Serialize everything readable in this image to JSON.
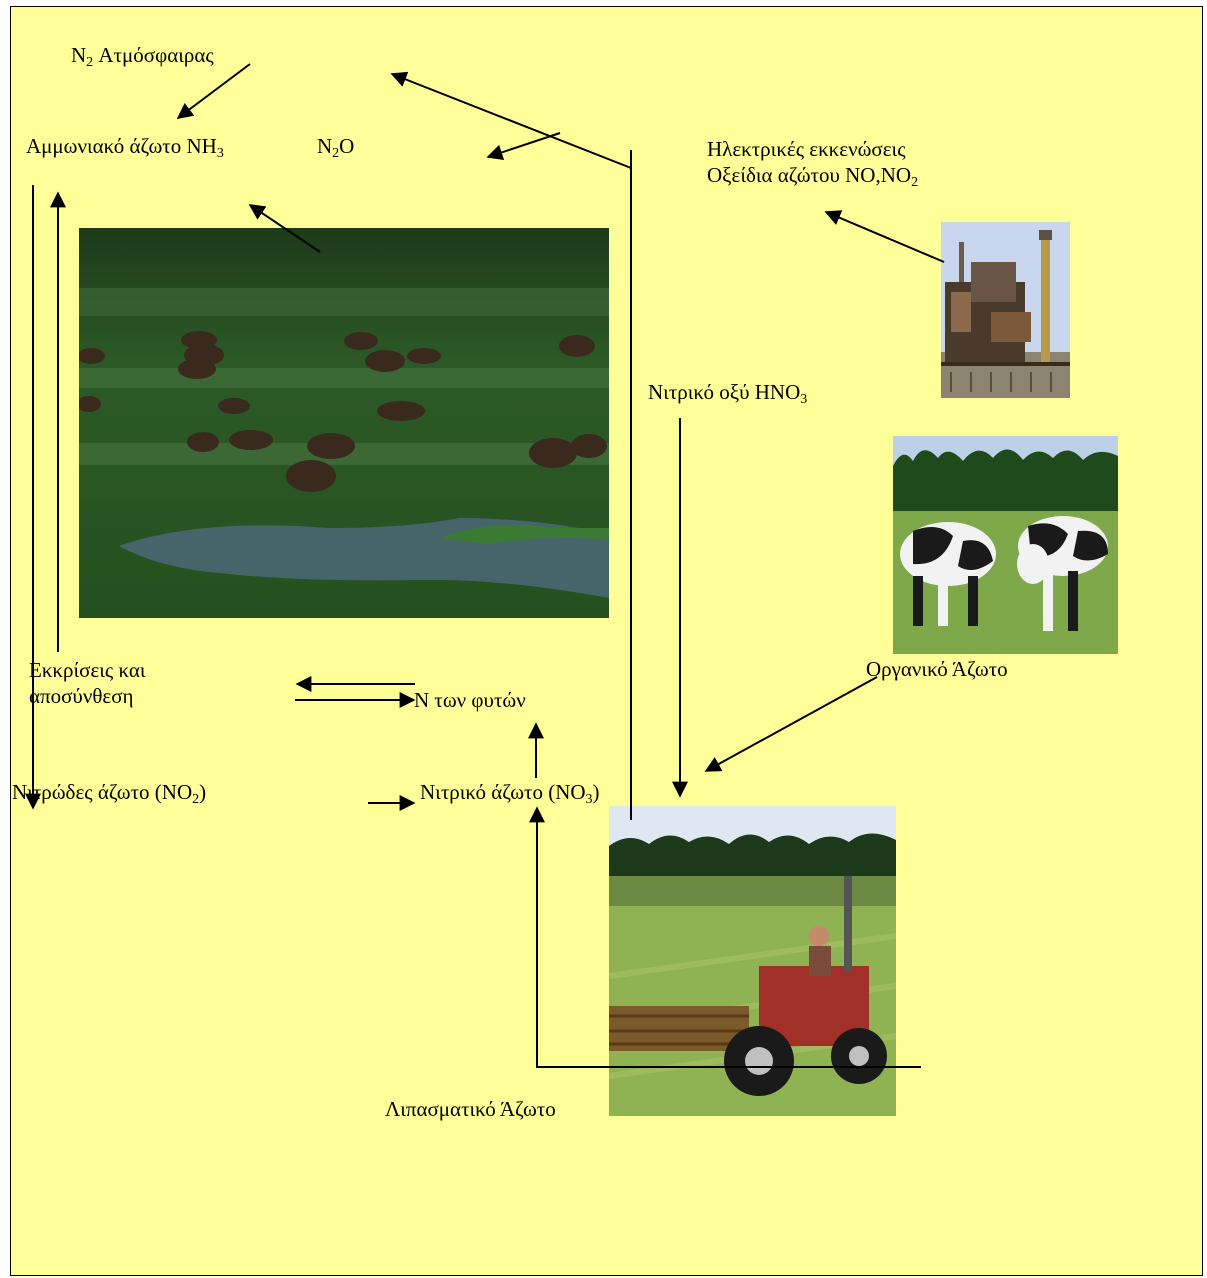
{
  "labels": {
    "n2_atm_main": "N",
    "n2_atm_sub": "2",
    "n2_atm_rest": " Ατμόσφαιρας",
    "ammonia_main": "Αμμωνιακό άζωτο NH",
    "ammonia_sub": "3",
    "n2o_pre": "N",
    "n2o_sub": "2",
    "n2o_post": "O",
    "electrical": "Ηλεκτρικές εκκενώσεις",
    "oxides_main": "Οξείδια αζώτου NO,NO",
    "oxides_sub": "2",
    "nitric_acid_main": "Νιτρικό οξύ HNO",
    "nitric_acid_sub": "3",
    "excretions_1": "Εκκρίσεις και",
    "excretions_2": "αποσύνθεση",
    "organic": "Οργανικό Άζωτο",
    "plant_n": "N των φυτών",
    "nitrite_main": "Νιτρώδες άζωτο (NO",
    "nitrite_sub": "2",
    "nitrite_post": ")",
    "nitrate_main": "Νιτρικό άζωτο (NO",
    "nitrate_sub": "3",
    "nitrate_post": ")",
    "fertilizer": "Λιπασματικό Άζωτο"
  },
  "colors": {
    "background": "#ffff99",
    "line": "#000000"
  }
}
